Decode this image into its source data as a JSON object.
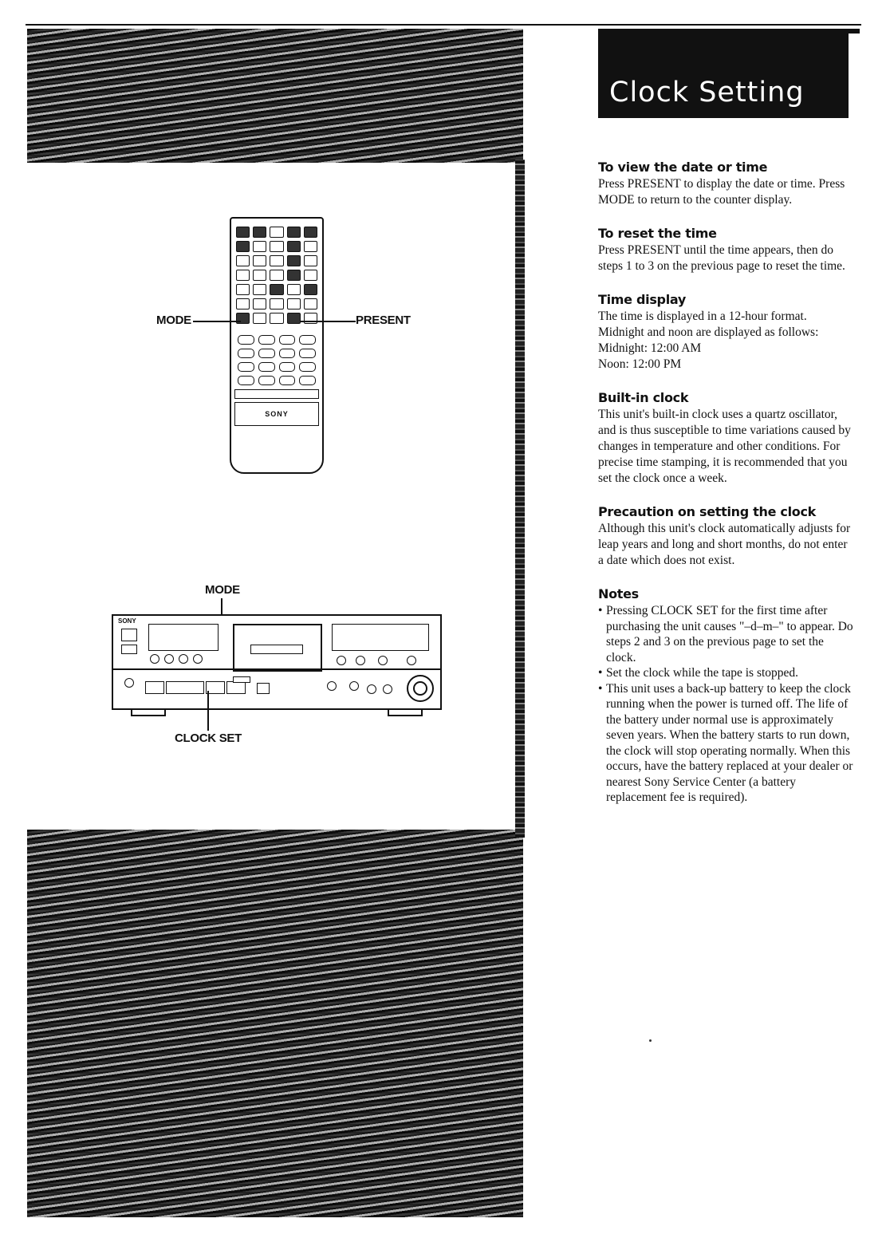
{
  "title": "Clock Setting",
  "figures": {
    "remote_labels": {
      "left": "MODE",
      "right": "PRESENT"
    },
    "remote_brand": "SONY",
    "deck_labels": {
      "top": "MODE",
      "bottom": "CLOCK SET"
    },
    "deck_brand": "SONY"
  },
  "sections": {
    "view": {
      "heading": "To view the date or time",
      "body": "Press PRESENT to display the date or time. Press MODE to return to the counter display."
    },
    "reset": {
      "heading": "To reset the time",
      "body": "Press PRESENT until the time appears, then do steps 1 to 3 on the previous page to reset the time."
    },
    "display": {
      "heading": "Time display",
      "body": "The time is displayed in a 12-hour format. Midnight and noon are displayed as follows:",
      "midnight": "Midnight: 12:00 AM",
      "noon": "Noon: 12:00 PM"
    },
    "builtin": {
      "heading": "Built-in clock",
      "body": "This unit's built-in clock uses a quartz oscillator, and is thus susceptible to time variations caused by changes in temperature and other conditions. For precise time stamping, it is recommended that you set the clock once a week."
    },
    "precaution": {
      "heading": "Precaution on setting the clock",
      "body": "Although this unit's clock automatically adjusts for leap years and long and short months, do not enter a date which does not exist."
    },
    "notes": {
      "heading": "Notes",
      "items": [
        "Pressing CLOCK SET for the first time after purchasing the unit causes \"–d–m–\" to appear. Do steps 2 and 3 on the previous page to set the clock.",
        "Set the clock while the tape is stopped.",
        "This unit uses a back-up battery to keep the clock running when the power is turned off. The life of the battery under normal use is approximately seven years. When the battery starts to run down, the clock will stop operating normally. When this occurs, have the battery replaced at your dealer or nearest Sony Service Center (a battery replacement fee is required)."
      ]
    }
  }
}
